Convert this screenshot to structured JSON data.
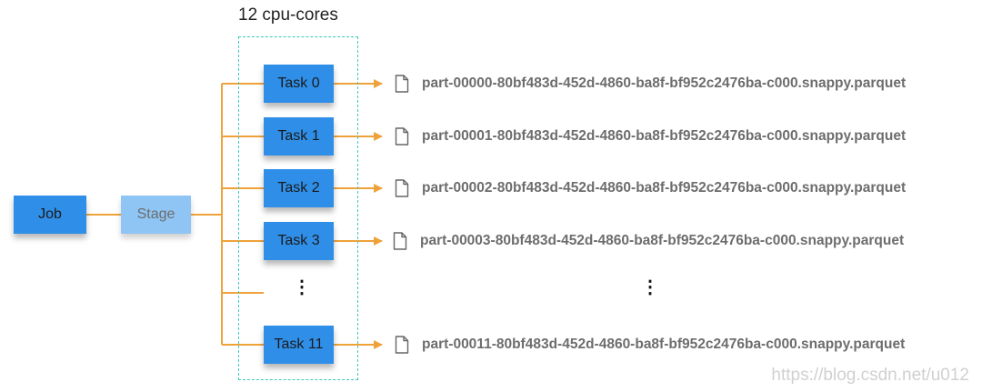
{
  "cores_label": "12 cpu-cores",
  "job_label": "Job",
  "stage_label": "Stage",
  "tasks": [
    {
      "label": "Task 0",
      "file": "part-00000-80bf483d-452d-4860-ba8f-bf952c2476ba-c000.snappy.parquet"
    },
    {
      "label": "Task 1",
      "file": "part-00001-80bf483d-452d-4860-ba8f-bf952c2476ba-c000.snappy.parquet"
    },
    {
      "label": "Task 2",
      "file": "part-00002-80bf483d-452d-4860-ba8f-bf952c2476ba-c000.snappy.parquet"
    },
    {
      "label": "Task 3",
      "file": "part-00003-80bf483d-452d-4860-ba8f-bf952c2476ba-c000.snappy.parquet"
    },
    {
      "label": "Task 11",
      "file": "part-00011-80bf483d-452d-4860-ba8f-bf952c2476ba-c000.snappy.parquet"
    }
  ],
  "ellipsis": "⋮",
  "watermark": "https://blog.csdn.net/u012"
}
